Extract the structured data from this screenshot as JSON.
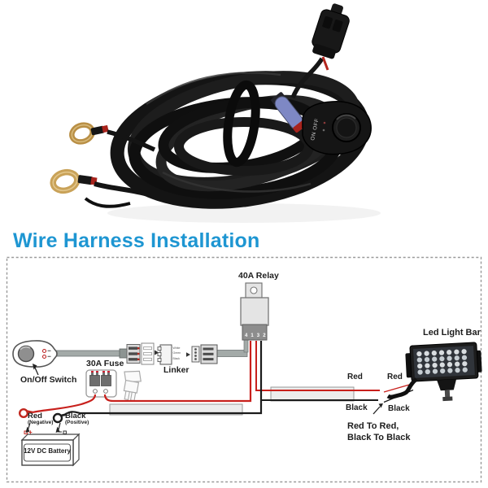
{
  "heading": {
    "text": "Wire Harness Installation",
    "color": "#1e96d2"
  },
  "photo": {
    "switch_text": "ON OFF"
  },
  "diagram": {
    "relay_label": "40A Relay",
    "relay_pins": "4 1 3 2",
    "switch_label": "On/Off Switch",
    "fuse_label": "30A Fuse",
    "linker_label": "Linker",
    "linker_wire_labels": [
      "White",
      "Green",
      "Black"
    ],
    "led_bar_label": "Led Light Bar",
    "battery_label": "12V DC Battery",
    "battery_positive_mark": "+",
    "battery_negative_mark": "−",
    "red_terminal_label": "Red",
    "red_terminal_sub": "(Negative)",
    "black_terminal_label": "Black",
    "black_terminal_sub": "(Positive)",
    "harness_red_label": "Red",
    "harness_black_label": "Black",
    "led_red_label": "Red",
    "led_black_label": "Black",
    "note_line1": "Red To Red,",
    "note_line2": "Black To Black",
    "colors": {
      "wire_red": "#c8201c",
      "wire_black": "#1b1b1b",
      "cable_gray": "#a3aaa8",
      "border_dash": "#9a9a9a"
    }
  }
}
